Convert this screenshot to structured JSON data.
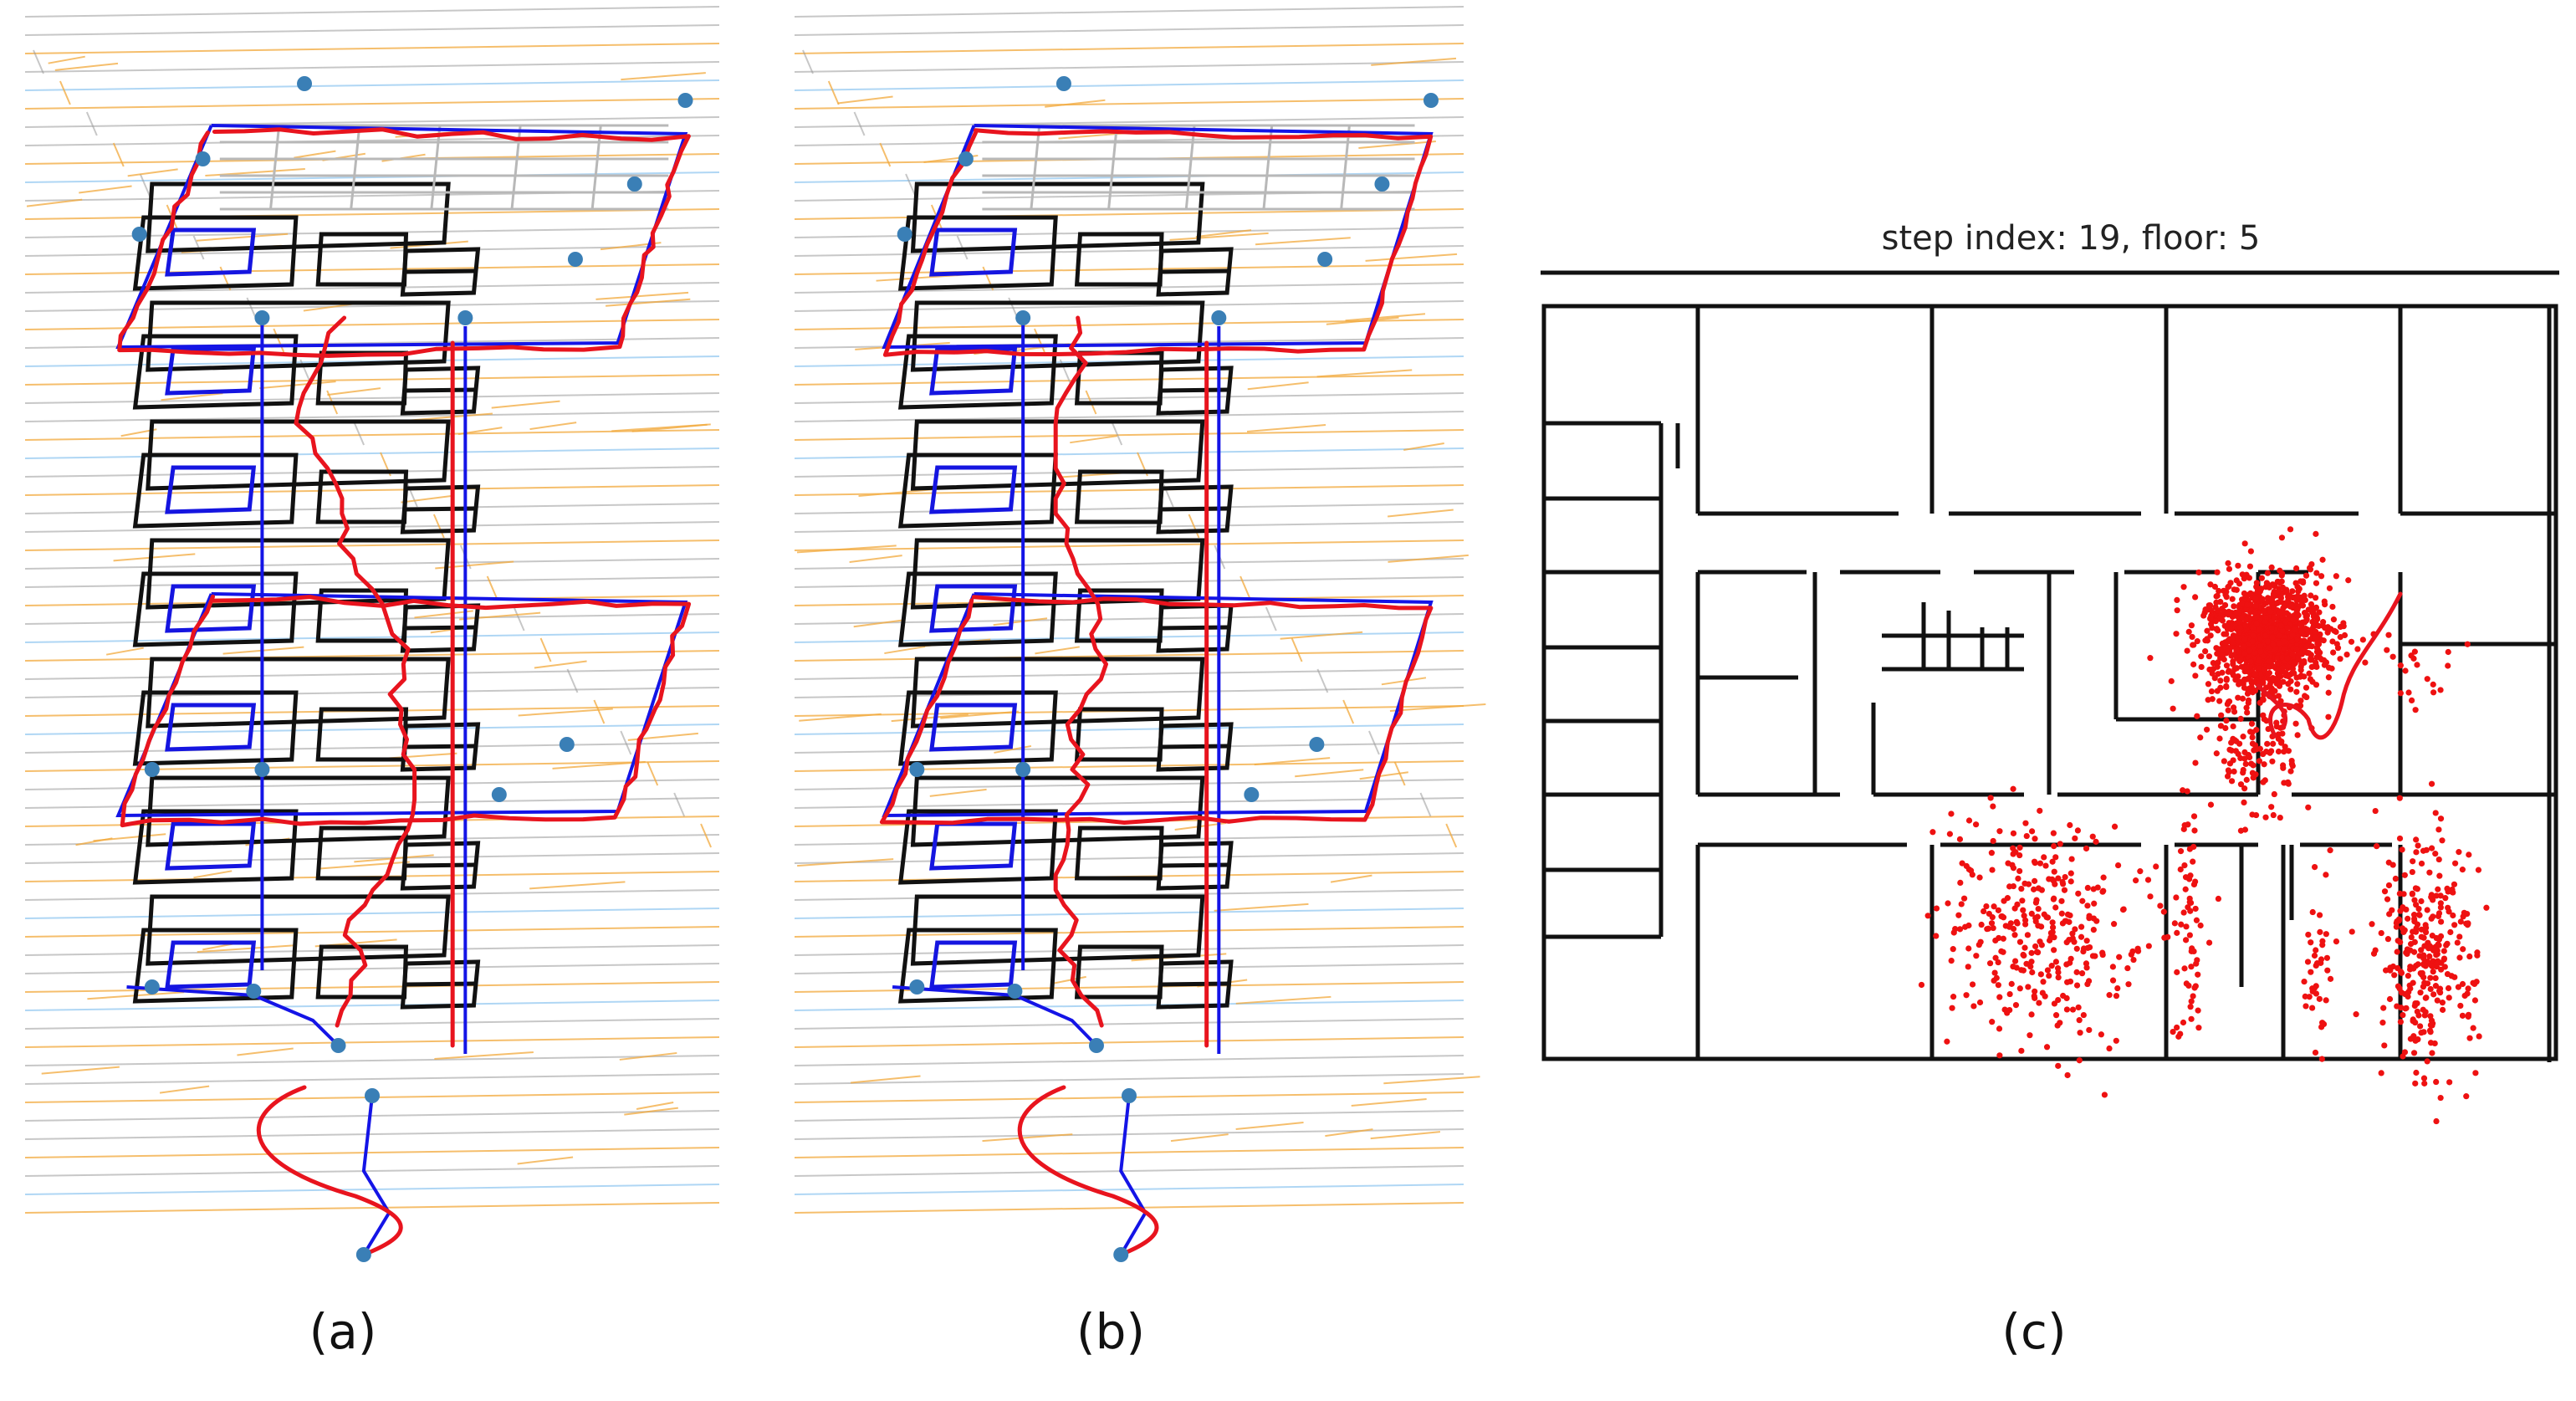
{
  "panels": [
    {
      "id": "a",
      "caption": "(a)"
    },
    {
      "id": "b",
      "caption": "(b)"
    },
    {
      "id": "c",
      "caption": "(c)",
      "title": "step index: 19, floor: 5"
    }
  ],
  "colors": {
    "ground_truth": "#1414e6",
    "estimate": "#e8141e",
    "waypoint": "#3a7fb6",
    "particles": "#ee1111",
    "grid_orange": "#f2a93b",
    "walls": "#111111"
  }
}
